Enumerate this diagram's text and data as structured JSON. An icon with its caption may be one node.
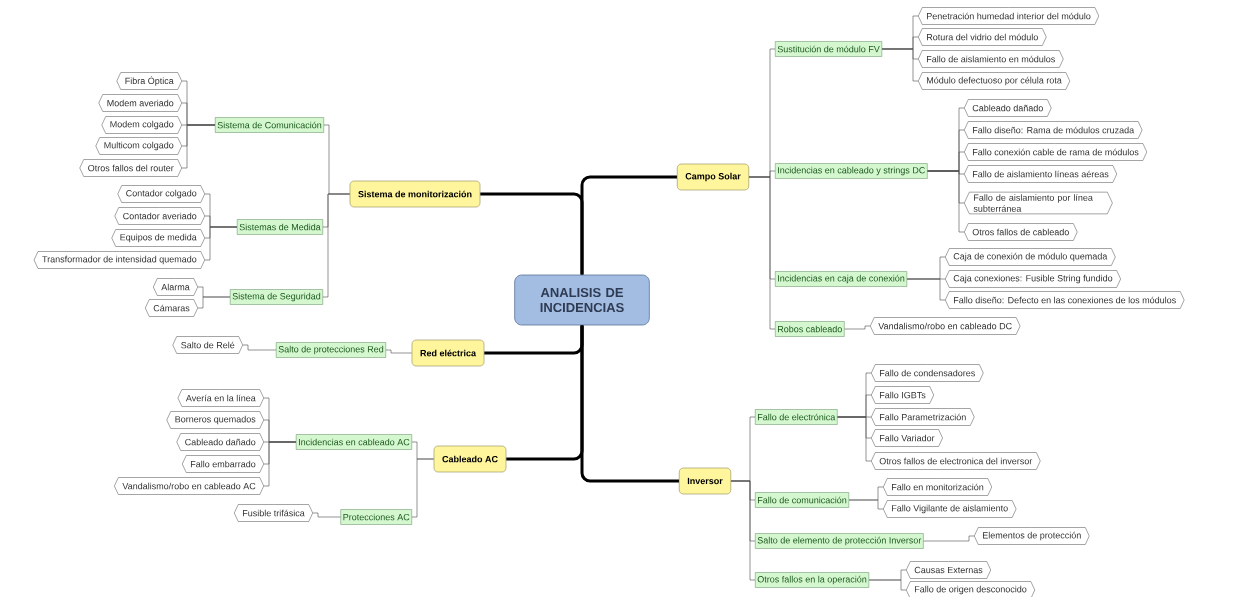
{
  "diagram": {
    "nodes": [
      {
        "text": [
          "ANALISIS DE INCIDENCIAS"
        ]
      },
      {
        "text": [
          "Sistema de monitorización"
        ]
      },
      {
        "text": [
          "Sistema de Comunicación"
        ]
      },
      {
        "text": [
          "Fibra Óptica"
        ]
      },
      {
        "text": [
          "Modem averiado"
        ]
      },
      {
        "text": [
          "Modem colgado"
        ]
      },
      {
        "text": [
          "Multicom colgado"
        ]
      },
      {
        "text": [
          "Otros fallos del router"
        ]
      },
      {
        "text": [
          "Sistemas de Medida"
        ]
      },
      {
        "text": [
          "Contador colgado"
        ]
      },
      {
        "text": [
          "Contador averiado"
        ]
      },
      {
        "text": [
          "Equipos de medida"
        ]
      },
      {
        "text": [
          "Transformador de intensidad quemado"
        ]
      },
      {
        "text": [
          "Sistema de Seguridad"
        ]
      },
      {
        "text": [
          "Alarma"
        ]
      },
      {
        "text": [
          "Cámaras"
        ]
      },
      {
        "text": [
          "Red eléctrica"
        ]
      },
      {
        "text": [
          "Salto de protecciones Red"
        ]
      },
      {
        "text": [
          "Salto de Relé"
        ]
      },
      {
        "text": [
          "Cableado AC"
        ]
      },
      {
        "text": [
          "Incidencias en cableado AC"
        ]
      },
      {
        "text": [
          "Avería en la línea"
        ]
      },
      {
        "text": [
          "Borneros quemados"
        ]
      },
      {
        "text": [
          "Cableado dañado"
        ]
      },
      {
        "text": [
          "Fallo embarrado"
        ]
      },
      {
        "text": [
          "Vandalismo/robo en cableado AC"
        ]
      },
      {
        "text": [
          "Protecciones AC"
        ]
      },
      {
        "text": [
          "Fusible trifásica"
        ]
      },
      {
        "text": [
          "Campo Solar"
        ]
      },
      {
        "text": [
          "Sustitución de módulo FV"
        ]
      },
      {
        "text": [
          "Penetración humedad interior del módulo"
        ]
      },
      {
        "text": [
          "Rotura del vidrio del módulo"
        ]
      },
      {
        "text": [
          "Fallo de aislamiento en módulos"
        ]
      },
      {
        "text": [
          "Módulo defectuoso por célula rota"
        ]
      },
      {
        "text": [
          "Incidencias en cableado y strings DC"
        ]
      },
      {
        "text": [
          "Cableado dañado"
        ]
      },
      {
        "text": [
          "Fallo diseño: Rama de módulos cruzada"
        ]
      },
      {
        "text": [
          "Fallo conexión cable de rama de módulos"
        ]
      },
      {
        "text": [
          "Fallo de aislamiento líneas aéreas"
        ]
      },
      {
        "text": [
          "Fallo de aislamiento por línea subterránea"
        ]
      },
      {
        "text": [
          "Otros fallos de cableado"
        ]
      },
      {
        "text": [
          "Incidencias en caja de conexión"
        ]
      },
      {
        "text": [
          "Caja de conexión de módulo quemada"
        ]
      },
      {
        "text": [
          "Caja conexiones: Fusible String fundido"
        ]
      },
      {
        "text": [
          "Fallo diseño: Defecto en las conexiones de los módulos"
        ]
      },
      {
        "text": [
          "Robos cableado"
        ]
      },
      {
        "text": [
          "Vandalismo/robo en cableado DC"
        ]
      },
      {
        "text": [
          "Inversor"
        ]
      },
      {
        "text": [
          "Fallo de electrónica"
        ]
      },
      {
        "text": [
          "Fallo de condensadores"
        ]
      },
      {
        "text": [
          "Fallo IGBTs"
        ]
      },
      {
        "text": [
          "Fallo Parametrización"
        ]
      },
      {
        "text": [
          "Fallo Variador"
        ]
      },
      {
        "text": [
          "Otros fallos de electronica del inversor"
        ]
      },
      {
        "text": [
          "Fallo de comunicación"
        ]
      },
      {
        "text": [
          "Fallo en monitorización"
        ]
      },
      {
        "text": [
          "Fallo Vigilante de aislamiento"
        ]
      },
      {
        "text": [
          "Salto de elemento de protección Inversor"
        ]
      },
      {
        "text": [
          "Elementos de protección"
        ]
      },
      {
        "text": [
          "Otros fallos en la operación"
        ]
      },
      {
        "text": [
          "Causas Externas"
        ]
      },
      {
        "text": [
          "Fallo de origen desconocido"
        ]
      }
    ],
    "edges": [
      {
        "from": 0,
        "to": 1,
        "arrow": "none",
        "style": "thick"
      },
      {
        "from": 1,
        "to": 2,
        "arrow": "none"
      },
      {
        "from": 2,
        "to": 3,
        "arrow": "none"
      },
      {
        "from": 2,
        "to": 4,
        "arrow": "none"
      },
      {
        "from": 2,
        "to": 5,
        "arrow": "none"
      },
      {
        "from": 2,
        "to": 6,
        "arrow": "none"
      },
      {
        "from": 2,
        "to": 7,
        "arrow": "none"
      },
      {
        "from": 1,
        "to": 8,
        "arrow": "none"
      },
      {
        "from": 8,
        "to": 9,
        "arrow": "none"
      },
      {
        "from": 8,
        "to": 10,
        "arrow": "none"
      },
      {
        "from": 8,
        "to": 11,
        "arrow": "none"
      },
      {
        "from": 8,
        "to": 12,
        "arrow": "none"
      },
      {
        "from": 1,
        "to": 13,
        "arrow": "none"
      },
      {
        "from": 13,
        "to": 14,
        "arrow": "none"
      },
      {
        "from": 13,
        "to": 15,
        "arrow": "none"
      },
      {
        "from": 0,
        "to": 16,
        "arrow": "none",
        "style": "thick"
      },
      {
        "from": 16,
        "to": 17,
        "arrow": "none"
      },
      {
        "from": 17,
        "to": 18,
        "arrow": "none"
      },
      {
        "from": 0,
        "to": 19,
        "arrow": "none",
        "style": "thick"
      },
      {
        "from": 19,
        "to": 20,
        "arrow": "none"
      },
      {
        "from": 20,
        "to": 21,
        "arrow": "none"
      },
      {
        "from": 20,
        "to": 22,
        "arrow": "none"
      },
      {
        "from": 20,
        "to": 23,
        "arrow": "none"
      },
      {
        "from": 20,
        "to": 24,
        "arrow": "none"
      },
      {
        "from": 20,
        "to": 25,
        "arrow": "none"
      },
      {
        "from": 19,
        "to": 26,
        "arrow": "none"
      },
      {
        "from": 26,
        "to": 27,
        "arrow": "none"
      },
      {
        "from": 0,
        "to": 28,
        "arrow": "none",
        "style": "thick"
      },
      {
        "from": 28,
        "to": 29,
        "arrow": "none"
      },
      {
        "from": 29,
        "to": 30,
        "arrow": "none"
      },
      {
        "from": 29,
        "to": 31,
        "arrow": "none"
      },
      {
        "from": 29,
        "to": 32,
        "arrow": "none"
      },
      {
        "from": 29,
        "to": 33,
        "arrow": "none"
      },
      {
        "from": 28,
        "to": 34,
        "arrow": "none"
      },
      {
        "from": 34,
        "to": 35,
        "arrow": "none"
      },
      {
        "from": 34,
        "to": 36,
        "arrow": "none"
      },
      {
        "from": 34,
        "to": 37,
        "arrow": "none"
      },
      {
        "from": 34,
        "to": 38,
        "arrow": "none"
      },
      {
        "from": 34,
        "to": 39,
        "arrow": "none"
      },
      {
        "from": 34,
        "to": 40,
        "arrow": "none"
      },
      {
        "from": 28,
        "to": 41,
        "arrow": "none"
      },
      {
        "from": 41,
        "to": 42,
        "arrow": "none"
      },
      {
        "from": 41,
        "to": 43,
        "arrow": "none"
      },
      {
        "from": 41,
        "to": 44,
        "arrow": "none"
      },
      {
        "from": 28,
        "to": 45,
        "arrow": "none"
      },
      {
        "from": 45,
        "to": 46,
        "arrow": "none"
      },
      {
        "from": 0,
        "to": 47,
        "arrow": "none",
        "style": "thick"
      },
      {
        "from": 47,
        "to": 48,
        "arrow": "none"
      },
      {
        "from": 48,
        "to": 49,
        "arrow": "none"
      },
      {
        "from": 48,
        "to": 50,
        "arrow": "none"
      },
      {
        "from": 48,
        "to": 51,
        "arrow": "none"
      },
      {
        "from": 48,
        "to": 52,
        "arrow": "none"
      },
      {
        "from": 48,
        "to": 53,
        "arrow": "none"
      },
      {
        "from": 47,
        "to": 54,
        "arrow": "none"
      },
      {
        "from": 54,
        "to": 55,
        "arrow": "none"
      },
      {
        "from": 54,
        "to": 56,
        "arrow": "none"
      },
      {
        "from": 47,
        "to": 57,
        "arrow": "none"
      },
      {
        "from": 57,
        "to": 58,
        "arrow": "none"
      },
      {
        "from": 47,
        "to": 59,
        "arrow": "none"
      },
      {
        "from": 59,
        "to": 60,
        "arrow": "none"
      },
      {
        "from": 59,
        "to": 61,
        "arrow": "none"
      }
    ]
  }
}
